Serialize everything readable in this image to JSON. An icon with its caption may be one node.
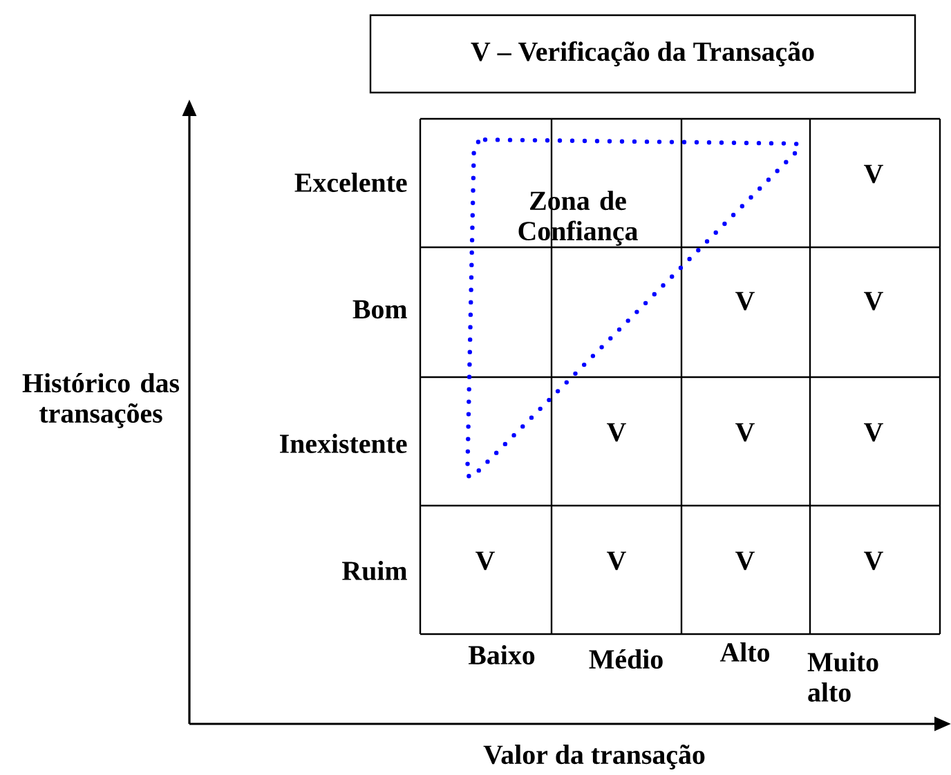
{
  "diagram": {
    "nodes": [
      {
        "text": [
          "V – Verificação da Transação"
        ]
      },
      {
        "text": [
          "Zona de Confiança"
        ]
      }
    ],
    "labels": [
      "Excelente",
      "V",
      "Bom",
      "V",
      "V",
      "Histórico das transações",
      "Inexistente",
      "V",
      "V",
      "V",
      "Ruim",
      "V",
      "V",
      "V",
      "V",
      "Baixo",
      "Médio",
      "Alto",
      "Muito alto",
      "Valor da transação"
    ]
  }
}
